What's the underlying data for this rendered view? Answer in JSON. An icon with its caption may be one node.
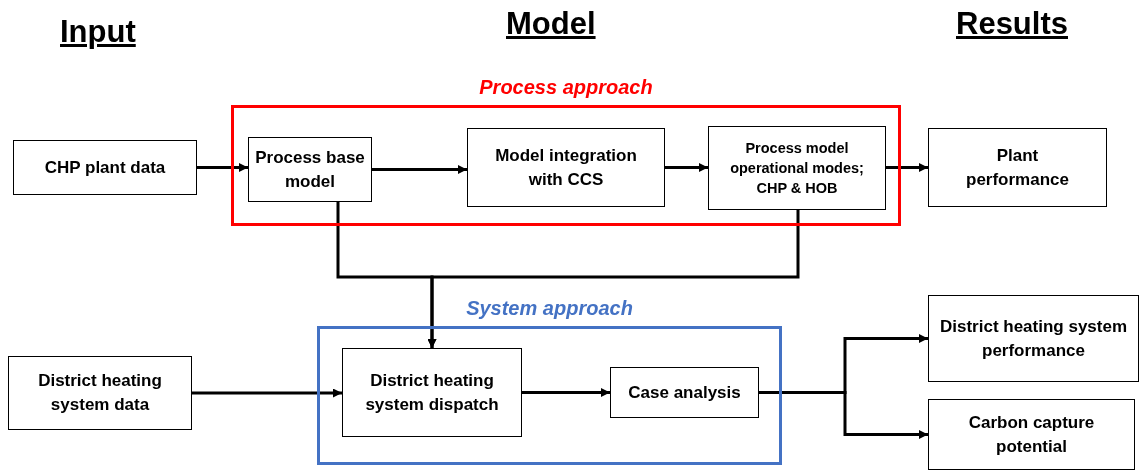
{
  "diagram": {
    "nodes": [
      {
        "text": [
          "Process approach"
        ]
      },
      {
        "text": [
          "CHP plant data"
        ]
      },
      {
        "text": [
          "Process base model"
        ],
        "in": 0
      },
      {
        "text": [
          "Model integration with CCS"
        ],
        "in": 0
      },
      {
        "text": [
          "Process model operational modes; CHP & HOB"
        ],
        "in": 0
      },
      {
        "text": [
          "Plant performance"
        ]
      },
      {
        "text": [
          "System approach"
        ]
      },
      {
        "text": [
          "District heating system data"
        ]
      },
      {
        "text": [
          "District heating system dispatch"
        ],
        "in": 6
      },
      {
        "text": [
          "Case analysis"
        ],
        "in": 6
      },
      {
        "text": [
          "District heating system performance"
        ]
      },
      {
        "text": [
          "Carbon capture potential"
        ]
      }
    ],
    "edges": [
      {
        "from": 1,
        "to": 2,
        "arrow": "to"
      },
      {
        "from": 2,
        "to": 3,
        "arrow": "to"
      },
      {
        "from": 3,
        "to": 4,
        "arrow": "to"
      },
      {
        "from": 4,
        "to": 5,
        "arrow": "to"
      },
      {
        "from": 2,
        "to": 8,
        "arrow": "to"
      },
      {
        "from": 4,
        "to": 8,
        "arrow": "to"
      },
      {
        "from": 7,
        "to": 8,
        "arrow": "to"
      },
      {
        "from": 8,
        "to": 9,
        "arrow": "to"
      },
      {
        "from": 9,
        "to": 10,
        "arrow": "to"
      },
      {
        "from": 9,
        "to": 11,
        "arrow": "to"
      }
    ],
    "labels": [
      "Input",
      "Model",
      "Results"
    ]
  }
}
